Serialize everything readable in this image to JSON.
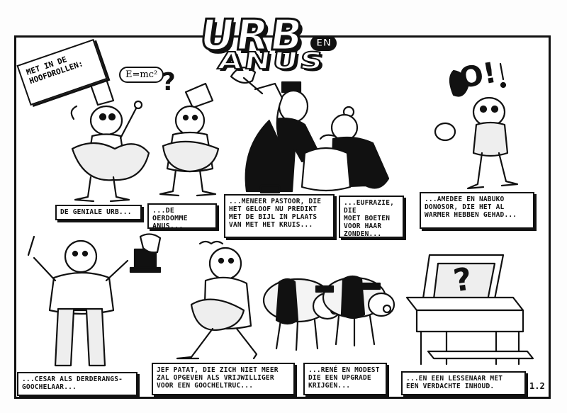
{
  "title": {
    "main": "URB",
    "connector": "EN",
    "second": "ANUS"
  },
  "roles_label": "MET IN DE\nHOOFDROLLEN:",
  "speech": {
    "formula": "E=mc²",
    "question": "?",
    "exclaim": "O!",
    "box_question": "?"
  },
  "captions": {
    "urb": "DE GENIALE URB...",
    "anus": "...DE OERDOMME\nANUS...",
    "pastoor": "...MENEER PASTOOR, DIE\nHET GELOOF NU PREDIKT\nMET DE BIJL IN PLAATS\nVAN MET HET KRUIS...",
    "eufrazie": "...EUFRAZIE, DIE\nMOET BOETEN\nVOOR HAAR\nZONDEN...",
    "amedee": "...AMEDEE EN NABUKO\nDONOSOR, DIE HET AL\nWARMER HEBBEN GEHAD...",
    "cesar": "...CESAR ALS DERDERANGS-\nGOOCHELAAR...",
    "jef": "JEF PATAT, DIE ZICH NIET MEER\nZAL OPGEVEN ALS VRIJWILLIGER\nVOOR EEN GOOCHELTRUC...",
    "rene": "...RENÉ EN MODEST\nDIE EEN UPGRADE\nKRIJGEN...",
    "lessenaar": "...EN EEN LESSENAAR MET\nEEN VERDACHTE INHOUD."
  },
  "page_number": "1.2"
}
